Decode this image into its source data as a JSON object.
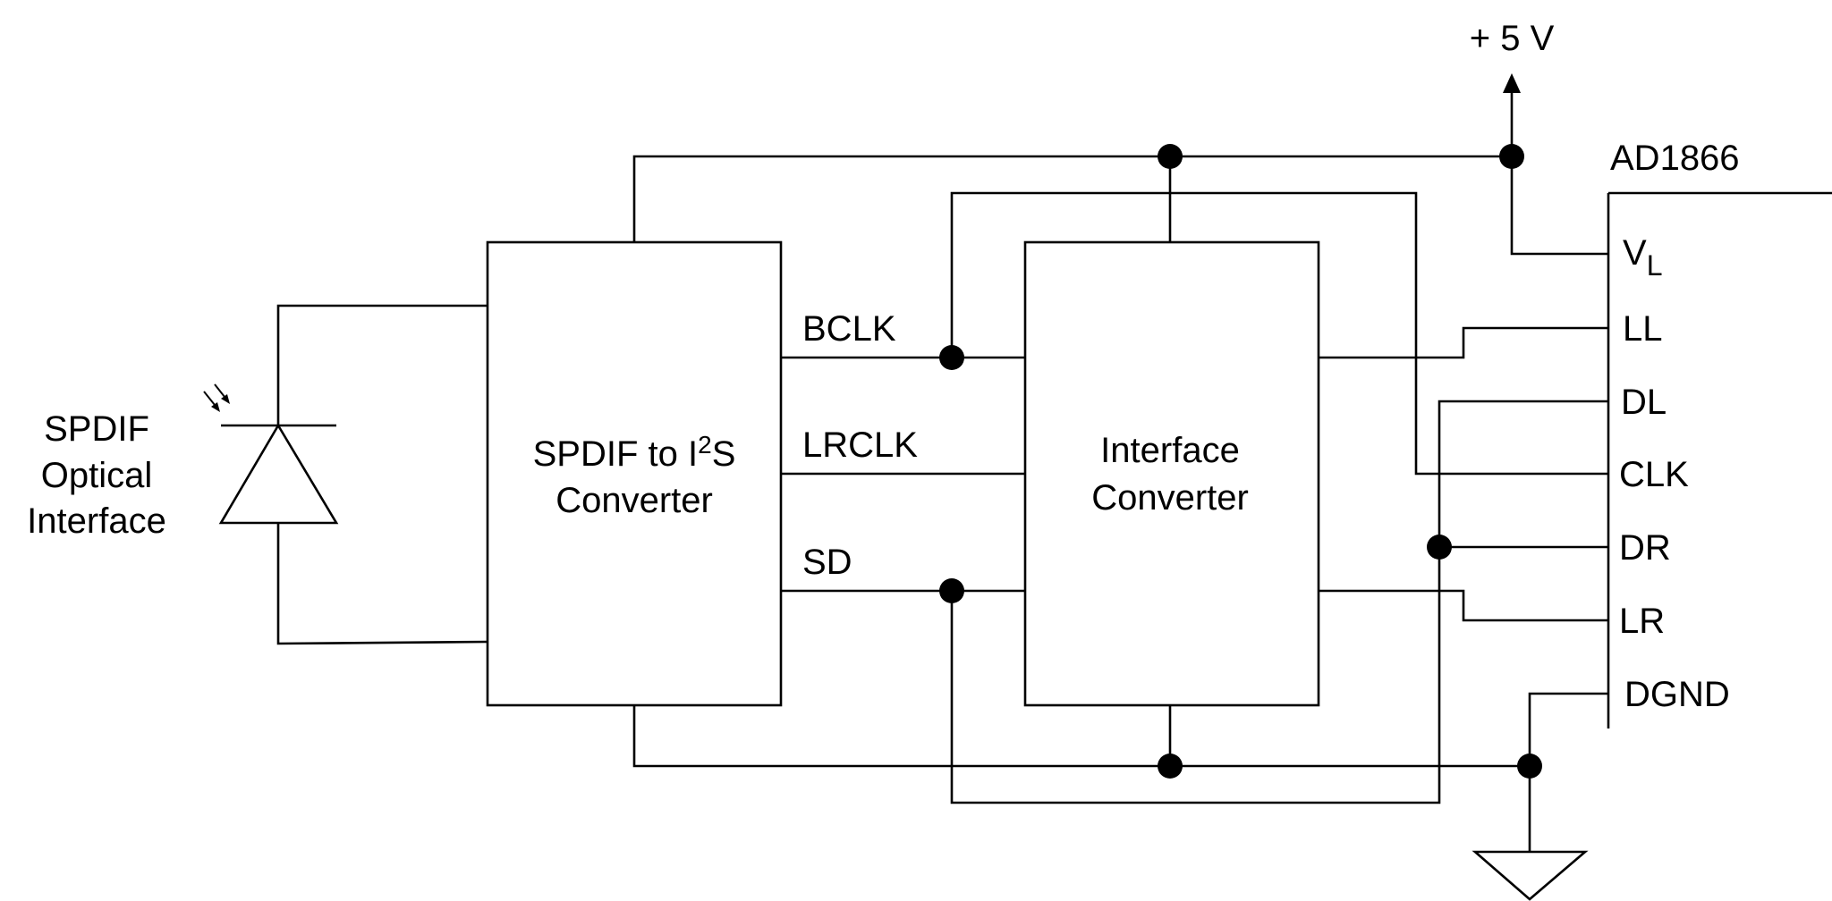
{
  "supply": {
    "label": "+ 5 V"
  },
  "optical": {
    "line1": "SPDIF",
    "line2": "Optical",
    "line3": "Interface"
  },
  "spdif_converter": {
    "line1_prefix": "SPDIF to I",
    "line1_sup": "2",
    "line1_suffix": "S",
    "line2": "Converter"
  },
  "interface_converter": {
    "line1": "Interface",
    "line2": "Converter"
  },
  "signals": {
    "bclk": "BCLK",
    "lrclk": "LRCLK",
    "sd": "SD"
  },
  "chip": {
    "name": "AD1866",
    "pins": {
      "vl_main": "V",
      "vl_sub": "L",
      "ll": "LL",
      "dl": "DL",
      "clk": "CLK",
      "dr": "DR",
      "lr": "LR",
      "dgnd": "DGND"
    }
  },
  "colors": {
    "ink": "#000000",
    "background": "#ffffff"
  }
}
